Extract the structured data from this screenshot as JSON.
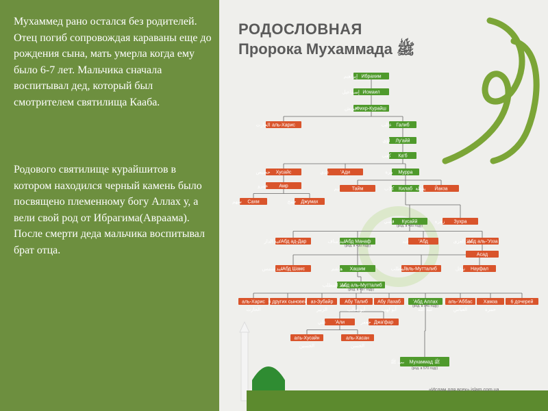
{
  "left_text": {
    "paragraph1": "Мухаммед рано остался без родителей. Отец погиб сопровождая караваны еще до рождения сына, мать умерла когда ему было 6-7 лет. Мальчика сначала воспитывал дед, который был смотрителем святилища Кааба.",
    "paragraph2": "Родового святилище курайшитов в котором находился черный камень было посвящено племенному богу Аллах у, а вели свой род от Ибрагима(Авраама). После смерти деда мальчика воспитывал брат отца."
  },
  "diagram": {
    "title_line1": "РОДОСЛОВНАЯ",
    "title_line2": "Пророка Мухаммада ﷺ",
    "nodes": [
      {
        "label": "Ибрахим",
        "ar": "إبراهيم",
        "color": "green"
      },
      {
        "label": "Исмаил",
        "ar": "إسماعيل",
        "color": "green"
      },
      {
        "label": "Фихр-Курайш",
        "ar": "قريش",
        "color": "green"
      },
      {
        "label": "аль-Харис",
        "ar": "الحارث",
        "color": "red"
      },
      {
        "label": "Галиб",
        "ar": "غالب",
        "color": "green"
      },
      {
        "label": "Лу'айй",
        "ar": "لؤي",
        "color": "green"
      },
      {
        "label": "Ка'б",
        "ar": "كعب",
        "color": "green"
      },
      {
        "label": "Хусайс",
        "ar": "حصيص",
        "color": "red"
      },
      {
        "label": "'Ади",
        "ar": "عدي",
        "color": "red"
      },
      {
        "label": "Мурра",
        "ar": "مرة",
        "color": "green"
      },
      {
        "label": "Амр",
        "ar": "عمرو",
        "color": "red"
      },
      {
        "label": "Тайм",
        "ar": "تيم",
        "color": "red"
      },
      {
        "label": "Килаб",
        "ar": "كلاب",
        "color": "green"
      },
      {
        "label": "Йакза",
        "ar": "يقظة",
        "color": "red"
      },
      {
        "label": "Сахм",
        "ar": "سهم",
        "color": "red"
      },
      {
        "label": "Джумах",
        "ar": "جمح",
        "color": "red"
      },
      {
        "label": "Кусайй",
        "ar": "قصي",
        "color": "green"
      },
      {
        "label": "Зухра",
        "ar": "زهرة",
        "color": "red"
      },
      {
        "label": "'Абд ад-Дар",
        "ar": "عبد الدار",
        "color": "red"
      },
      {
        "label": "'Абд Манаф",
        "ar": "عبد مناف",
        "color": "green"
      },
      {
        "label": "'Абд",
        "ar": "عبد",
        "color": "red"
      },
      {
        "label": "'Абд аль-'Узза",
        "ar": "عبد العزى",
        "color": "red"
      },
      {
        "label": "Асад",
        "ar": "أسد",
        "color": "red"
      },
      {
        "label": "'Абд Шамс",
        "ar": "عبد شمس",
        "color": "red"
      },
      {
        "label": "Хашим",
        "ar": "هاشم",
        "color": "green"
      },
      {
        "label": "аль-Мутталиб",
        "ar": "المطلب",
        "color": "red"
      },
      {
        "label": "Науфал",
        "ar": "نوفل",
        "color": "red"
      },
      {
        "label": "'Абд аль-Мутталиб",
        "ar": "عبد المطلب",
        "color": "green"
      },
      {
        "label": "аль-Харис",
        "ar": "الحارث",
        "color": "red"
      },
      {
        "label": "6 других сыновей",
        "ar": "",
        "color": "red"
      },
      {
        "label": "аз-Зубайр",
        "ar": "الزبير",
        "color": "red"
      },
      {
        "label": "Абу Талиб",
        "ar": "أبو طالب",
        "color": "red"
      },
      {
        "label": "Абу Лахаб",
        "ar": "أبو لهب",
        "color": "red"
      },
      {
        "label": "'Абд Аллах",
        "ar": "عبد الله",
        "color": "green"
      },
      {
        "label": "аль-'Аббас",
        "ar": "العباس",
        "color": "red"
      },
      {
        "label": "Хамза",
        "ar": "حمزة",
        "color": "red"
      },
      {
        "label": "6 дочерей",
        "ar": "",
        "color": "red"
      },
      {
        "label": "'Али",
        "ar": "علي",
        "color": "red"
      },
      {
        "label": "Джа'фар",
        "ar": "جعفر",
        "color": "red"
      },
      {
        "label": "аль-Хусайн",
        "ar": "الحسين",
        "color": "red"
      },
      {
        "label": "аль-Хасан",
        "ar": "الحسن",
        "color": "red"
      },
      {
        "label": "Мухаммад ﷺ",
        "ar": "محمد ﷺ",
        "color": "green"
      }
    ],
    "notes": {
      "qusay": "(род. в 400 году)",
      "abd_manaf": "(род. в 430 году)",
      "abd_muttalib": "(род. в 497 году)",
      "abdullah": "(род. в 545 году)",
      "muhammad": "(род. в 570 году)"
    },
    "footer": "«Ислам для всех» islam.com.ua"
  }
}
